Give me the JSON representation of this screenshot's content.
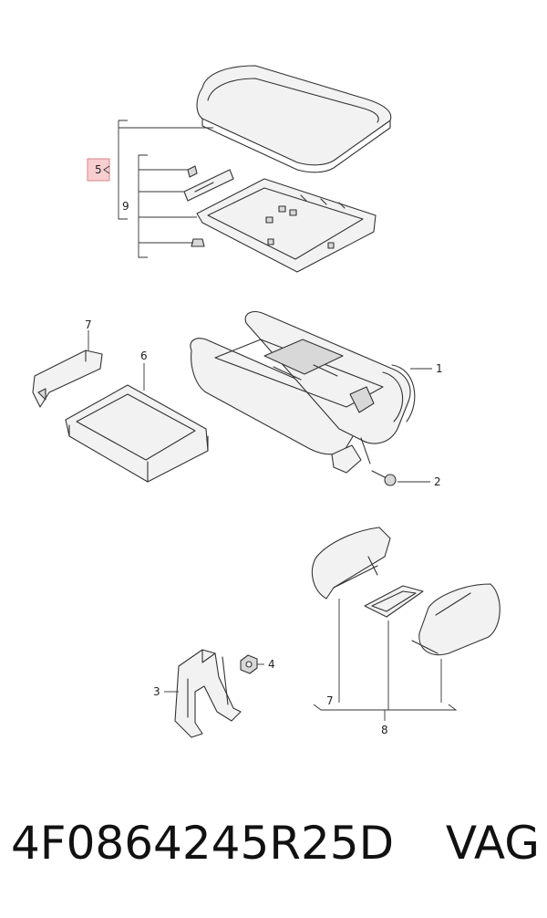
{
  "callouts": {
    "c1": "1",
    "c2": "2",
    "c3": "3",
    "c4": "4",
    "c5": "5",
    "c6": "6",
    "c7_top": "7",
    "c7_bottom": "7",
    "c8": "8",
    "c9": "9"
  },
  "footer": {
    "part_number": "4F0864245R25D",
    "brand": "VAG"
  },
  "colors": {
    "highlight": "#f8cfd1",
    "line": "#333333"
  }
}
